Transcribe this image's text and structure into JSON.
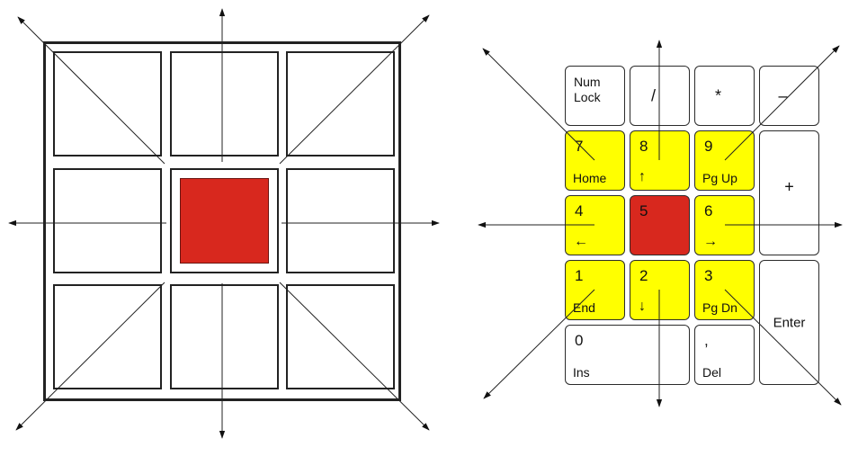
{
  "keypad": {
    "numlock": {
      "line1": "Num",
      "line2": "Lock"
    },
    "slash": "/",
    "asterisk": "*",
    "minus": "–",
    "plus": "+",
    "enter": "Enter",
    "k7": {
      "main": "7",
      "sub": "Home"
    },
    "k8": {
      "main": "8",
      "arrow": "↑"
    },
    "k9": {
      "main": "9",
      "sub": "Pg Up"
    },
    "k4": {
      "main": "4",
      "arrow": "←"
    },
    "k5": {
      "main": "5"
    },
    "k6": {
      "main": "6",
      "arrow": "→"
    },
    "k1": {
      "main": "1",
      "sub": "End"
    },
    "k2": {
      "main": "2",
      "arrow": "↓"
    },
    "k3": {
      "main": "3",
      "sub": "Pg Dn"
    },
    "k0": {
      "main": "0",
      "sub": "Ins"
    },
    "kdot": {
      "main": ",",
      "sub": "Del"
    }
  },
  "colors": {
    "highlight": "#ffff00",
    "center": "#d8281e",
    "line": "#222222"
  }
}
